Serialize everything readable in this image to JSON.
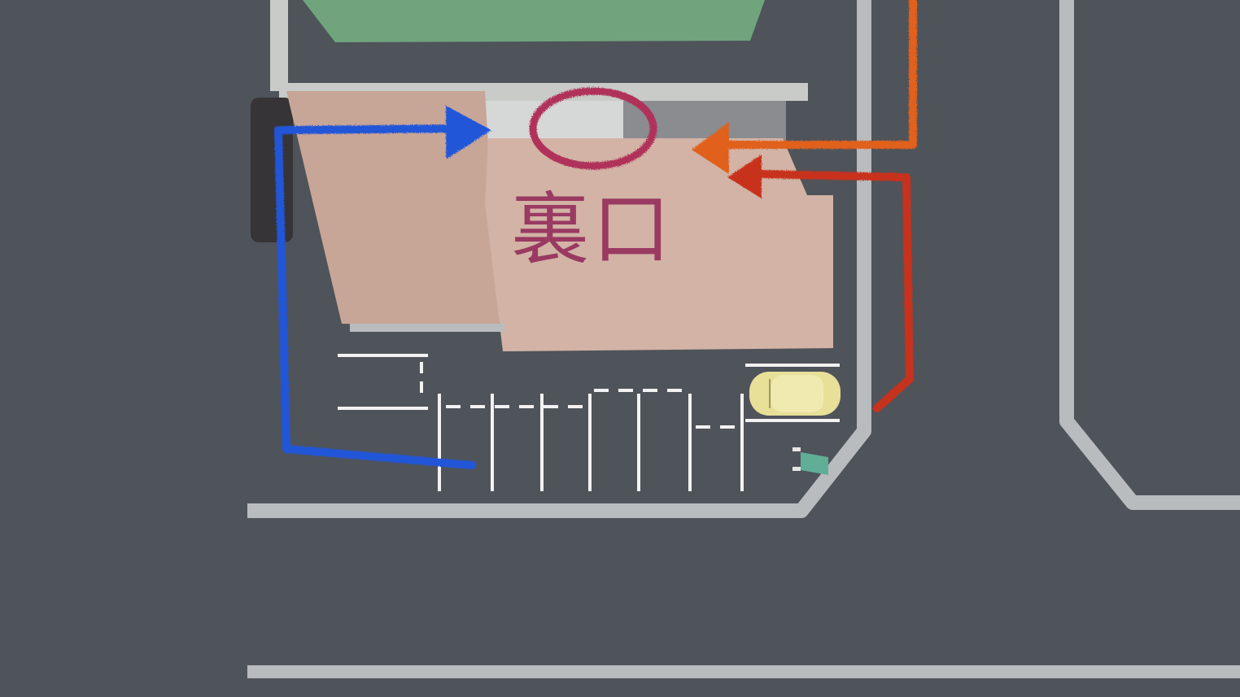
{
  "map": {
    "label": "裏口",
    "colors": {
      "asphalt": "#4f535a",
      "curb": "#b9bcbf",
      "building_roof": "#cfae9f",
      "wall_trim": "#c9cbc8",
      "green_roof": "#6fa47d",
      "parking_lines": "#f2f2f2",
      "car": "#e8df98",
      "sign": "#5fae95",
      "route_blue": "#2456d8",
      "route_orange": "#e0601c",
      "route_red": "#c8321a",
      "highlight_circle": "#b0315a",
      "label_text": "#9a3a62"
    },
    "routes": [
      {
        "name": "blue-route",
        "color": "#2456d8"
      },
      {
        "name": "orange-route",
        "color": "#e0601c"
      },
      {
        "name": "red-route",
        "color": "#c8321a"
      }
    ],
    "features": {
      "highlight": "rear-entrance-circle",
      "parking_spaces": 7,
      "parked_car": "yellow-car",
      "sign": "parking-sign"
    }
  }
}
